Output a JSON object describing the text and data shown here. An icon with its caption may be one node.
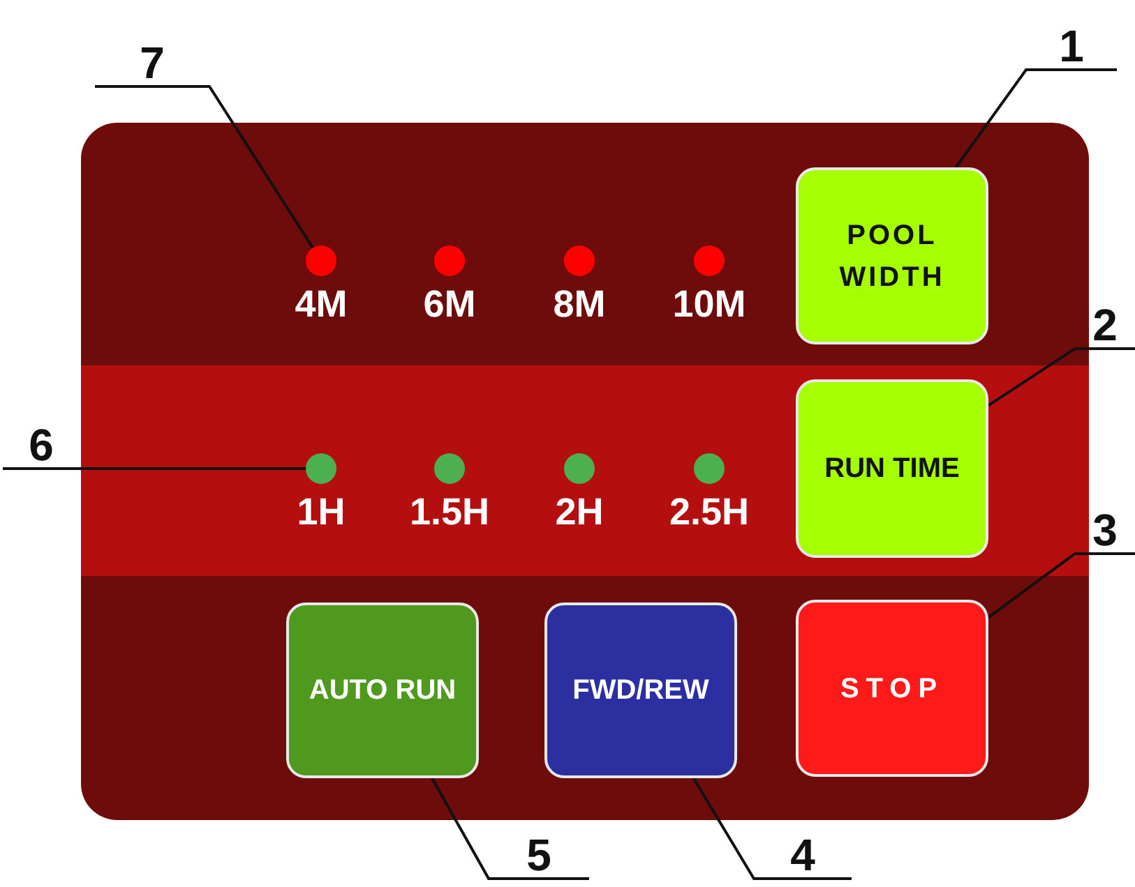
{
  "diagram": {
    "nodes": [
      {
        "text": [
          "7"
        ]
      },
      {
        "text": [
          "1"
        ]
      },
      {
        "text": [],
        "shape": "circle",
        "beside": [
          "4M"
        ]
      },
      {
        "text": [],
        "shape": "circle",
        "beside": [
          "6M"
        ]
      },
      {
        "text": [],
        "shape": "circle",
        "beside": [
          "8M"
        ]
      },
      {
        "text": [],
        "shape": "circle",
        "beside": [
          "10M"
        ]
      },
      {
        "text": [
          "POOL WIDTH"
        ]
      },
      {
        "text": [
          "2"
        ]
      },
      {
        "text": [
          "6"
        ]
      },
      {
        "text": [],
        "shape": "circle",
        "beside": [
          "1H"
        ]
      },
      {
        "text": [],
        "shape": "circle",
        "beside": [
          "1.5H"
        ]
      },
      {
        "text": [],
        "shape": "circle",
        "beside": [
          "2H"
        ]
      },
      {
        "text": [],
        "shape": "circle",
        "beside": [
          "2.5H"
        ]
      },
      {
        "text": [
          "RUN TIME"
        ]
      },
      {
        "text": [
          "3"
        ]
      },
      {
        "text": [
          "AUTO RUN"
        ]
      },
      {
        "text": [
          "FWD/REW"
        ]
      },
      {
        "text": [
          "STOP"
        ]
      },
      {
        "text": [
          "5"
        ]
      },
      {
        "text": [
          "4"
        ]
      }
    ],
    "edges": [
      {
        "from": 1,
        "to": 6,
        "arrow": "none"
      },
      {
        "from": 7,
        "to": 13,
        "arrow": "none"
      },
      {
        "from": 14,
        "to": 17,
        "arrow": "none"
      },
      {
        "from": 19,
        "to": 16,
        "arrow": "none"
      },
      {
        "from": 18,
        "to": 15,
        "arrow": "none"
      },
      {
        "from": 8,
        "to": 9,
        "arrow": "none"
      },
      {
        "from": 0,
        "to": 2,
        "arrow": "none"
      }
    ]
  }
}
